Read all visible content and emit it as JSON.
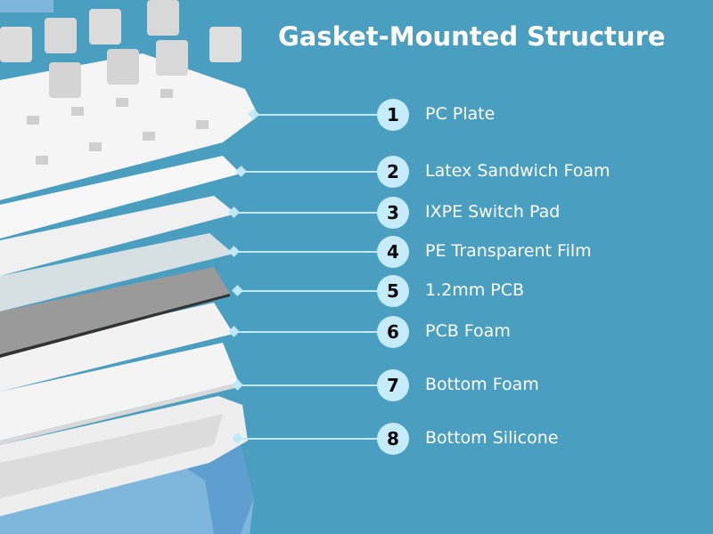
{
  "title": "Gasket-Mounted Structure",
  "layers": [
    {
      "number": "1",
      "label": "PC Plate"
    },
    {
      "number": "2",
      "label": "Latex Sandwich Foam"
    },
    {
      "number": "3",
      "label": "IXPE Switch Pad"
    },
    {
      "number": "4",
      "label": "PE Transparent Film"
    },
    {
      "number": "5",
      "label": "1.2mm PCB"
    },
    {
      "number": "6",
      "label": "PCB Foam"
    },
    {
      "number": "7",
      "label": "Bottom Foam"
    },
    {
      "number": "8",
      "label": "Bottom Silicone"
    }
  ],
  "colors": {
    "background": "#4a9ec0",
    "accent": "#c6ecfc",
    "case": "#7fb6dc"
  }
}
